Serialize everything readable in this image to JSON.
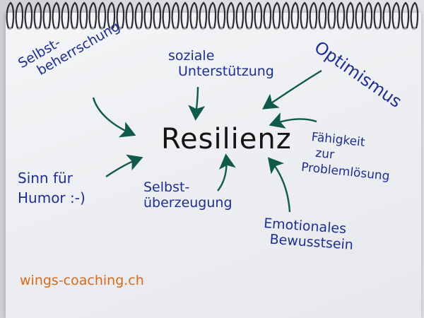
{
  "center_word": "Resilienz",
  "labels": {
    "selbstbeherrschung_1": "Selbst-",
    "selbstbeherrschung_2": "beherrschung",
    "soziale_1": "soziale",
    "soziale_2": "Unterstützung",
    "optimismus": "Optimismus",
    "faehigkeit_1": "Fähigkeit",
    "faehigkeit_2": "zur",
    "faehigkeit_3": "Problemlösung",
    "sinn_1": "Sinn für",
    "sinn_2": "Humor :-)",
    "selbstueberzeugung_1": "Selbst-",
    "selbstueberzeugung_2": "überzeugung",
    "emotionales_1": "Emotionales",
    "emotionales_2": "Bewusstsein"
  },
  "brand": "wings-coaching.ch",
  "colors": {
    "ink_blue": "#1c2f92",
    "arrow_green": "#0f5a4b",
    "center_ink": "#141414",
    "brand_orange": "#d76a1c"
  }
}
